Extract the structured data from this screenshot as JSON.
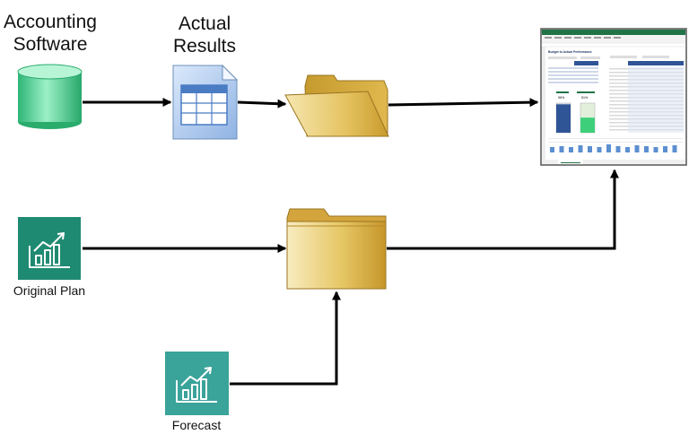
{
  "nodes": {
    "accounting_software": {
      "label_line1": "Accounting",
      "label_line2": "Software",
      "icon": "database-cylinder-icon"
    },
    "actual_results": {
      "label_line1": "Actual",
      "label_line2": "Results",
      "icon": "spreadsheet-document-icon"
    },
    "actual_folder": {
      "icon": "open-folder-icon"
    },
    "original_plan": {
      "label": "Original Plan",
      "icon": "growth-chart-icon"
    },
    "forecast": {
      "label": "Forecast",
      "icon": "growth-chart-icon"
    },
    "plan_folder": {
      "icon": "closed-folder-icon"
    },
    "report": {
      "icon": "excel-dashboard-thumbnail",
      "title": "Budget to Actual Performance",
      "pct_left": "96%",
      "pct_right": "51%",
      "bar_left_fill": 0.96,
      "bar_right_fill": 0.51
    }
  },
  "colors": {
    "arrow": "#000000",
    "database": "#3fcf8e",
    "chart_tile_plan": "#1f8a72",
    "chart_tile_forecast": "#3aa39a",
    "folder": "#e8c35a",
    "excel_green": "#217346",
    "excel_blue": "#2f5597"
  }
}
